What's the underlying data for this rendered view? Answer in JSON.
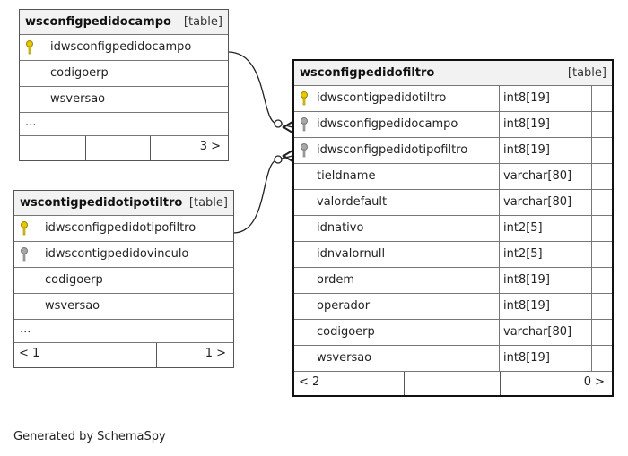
{
  "tables": {
    "campo": {
      "name": "wsconfigpedidocampo",
      "tag": "[table]",
      "columns": [
        "idwsconfigpedidocampo",
        "codigoerp",
        "wsversao"
      ],
      "ellipsis": "...",
      "footer_right": "3 >"
    },
    "tipo": {
      "name": "wscontigpedidotipotiltro",
      "tag": "[table]",
      "columns": [
        "idwsconfigpedidotipofiltro",
        "idwscontigpedidovinculo",
        "codigoerp",
        "wsversao"
      ],
      "ellipsis": "...",
      "footer_left": "< 1",
      "footer_right": "1 >"
    },
    "filtro": {
      "name": "wsconfigpedidofiltro",
      "tag": "[table]",
      "columns": [
        {
          "name": "idwscontigpedidotiltro",
          "type": "int8[19]"
        },
        {
          "name": "idwsconfigpedidocampo",
          "type": "int8[19]"
        },
        {
          "name": "idwsconfigpedidotipofiltro",
          "type": "int8[19]"
        },
        {
          "name": "tieldname",
          "type": "varchar[80]"
        },
        {
          "name": "valordefault",
          "type": "varchar[80]"
        },
        {
          "name": "idnativo",
          "type": "int2[5]"
        },
        {
          "name": "idnvalornull",
          "type": "int2[5]"
        },
        {
          "name": "ordem",
          "type": "int8[19]"
        },
        {
          "name": "operador",
          "type": "int8[19]"
        },
        {
          "name": "codigoerp",
          "type": "varchar[80]"
        },
        {
          "name": "wsversao",
          "type": "int8[19]"
        }
      ],
      "footer_left": "< 2",
      "footer_right": "0 >"
    }
  },
  "credit": "Generated by SchemaSpy",
  "colors": {
    "primary_key": "#e8c800",
    "foreign_key": "#a8a8a8",
    "link": "#222222"
  }
}
